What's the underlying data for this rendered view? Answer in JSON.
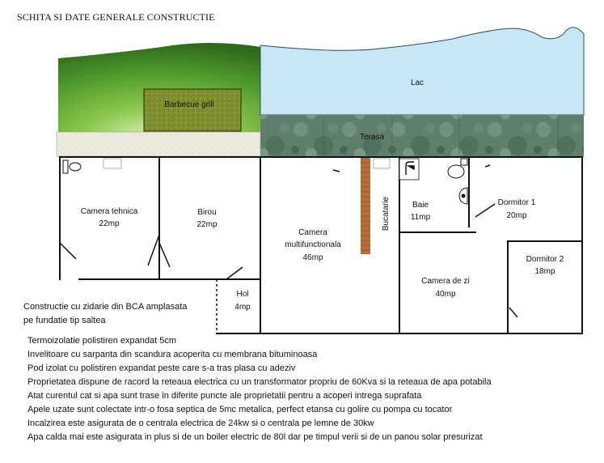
{
  "title": "SCHITA SI DATE GENERALE CONSTRUCTIE",
  "labels": {
    "bbq": "Barbecue grill",
    "lake": "Lac",
    "terrace": "Terasa",
    "bathroom_kitchen": "Bucatarie"
  },
  "rooms": [
    {
      "name": "Camera tehnica",
      "area": "22mp"
    },
    {
      "name": "Birou",
      "area": "22mp"
    },
    {
      "name": "Camera",
      "name2": "multifunctionala",
      "area": "46mp"
    },
    {
      "name": "Baie",
      "area": "11mp"
    },
    {
      "name": "Dormitor 1",
      "area": "20mp"
    },
    {
      "name": "Dormitor 2",
      "area": "18mp"
    },
    {
      "name": "Camera de zi",
      "area": "40mp"
    },
    {
      "name": "Hol",
      "area": "4mp"
    }
  ],
  "intro": [
    "Constructie cu zidarie din BCA amplasata",
    "pe fundatie tip saltea"
  ],
  "facts": [
    "Termoizolatie polistiren expandat 5cm",
    "Invelitoare cu sarpanta din scandura acoperita cu membrana bituminoasa",
    "Pod izolat cu polistiren expandat peste care s-a tras plasa cu adeziv",
    "Proprietatea dispune de racord la reteaua electrica cu un transformator propriu de 60Kva si la reteaua de apa potabila",
    "Atat curentul cat si apa sunt trase in diferite puncte ale proprietatii pentru a acoperi intrega suprafata",
    "Apele uzate sunt colectate intr-o fosa septica de 5mc metalica, perfect etansa cu golire cu pompa cu tocator",
    "Incalzirea este asigurata de o centrala electrica de 24kw si o centrala pe lemne de 30kw",
    "Apa calda mai este asigurata in plus si de un boiler electric de 80l dar pe timpul verii si de un panou solar presurizat"
  ],
  "colors": {
    "lake": "#c8e6f4",
    "lake_outline": "#2a4a6a",
    "grass": "#4f9a2c",
    "terrace": "#5a7a66",
    "paving": "#ecebdf",
    "bbq": "#7a8a2c",
    "wood_beam": "#b0693a",
    "wall": "#111111"
  }
}
